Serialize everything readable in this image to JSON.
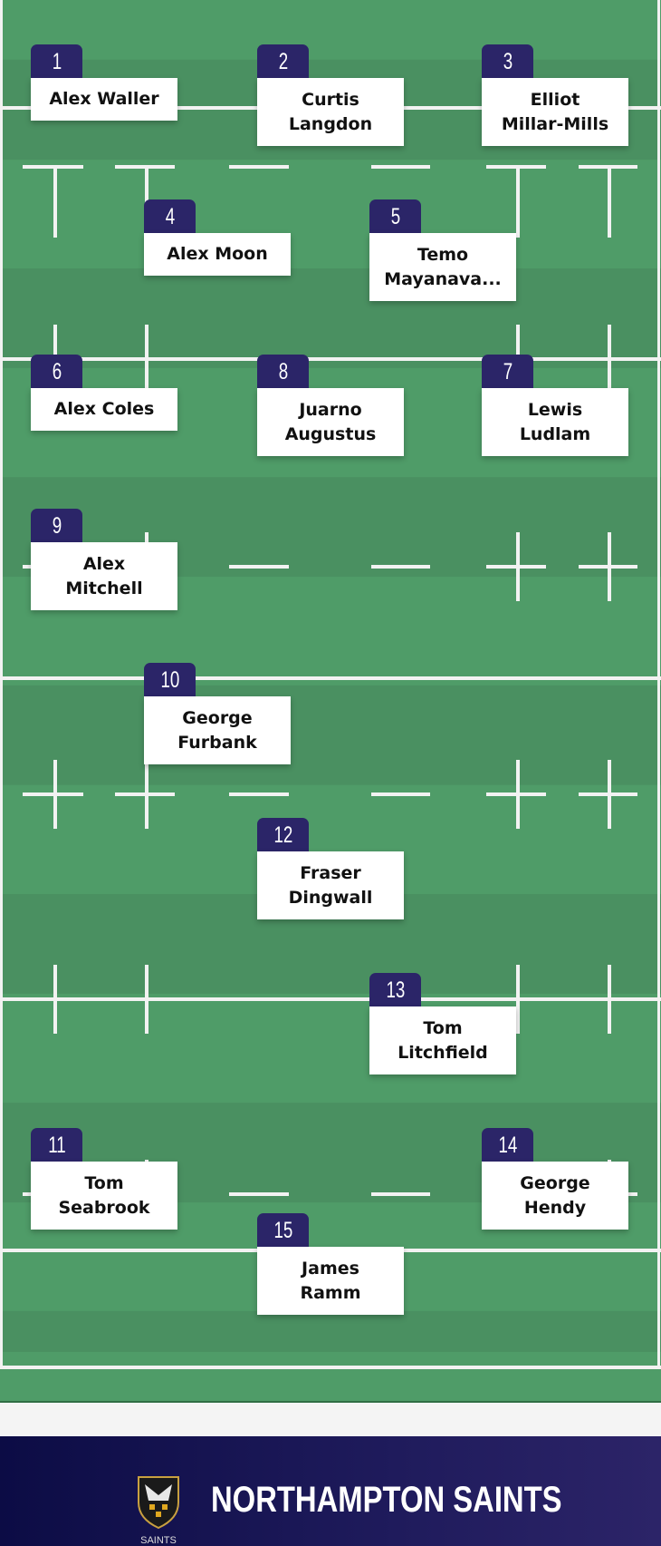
{
  "players": [
    {
      "number": "1",
      "name": "Alex Waller"
    },
    {
      "number": "2",
      "name": "Curtis\nLangdon"
    },
    {
      "number": "3",
      "name": "Elliot\nMillar-Mills"
    },
    {
      "number": "4",
      "name": "Alex Moon"
    },
    {
      "number": "5",
      "name": "Temo\nMayanava..."
    },
    {
      "number": "6",
      "name": "Alex Coles"
    },
    {
      "number": "8",
      "name": "Juarno\nAugustus"
    },
    {
      "number": "7",
      "name": "Lewis\nLudlam"
    },
    {
      "number": "9",
      "name": "Alex\nMitchell"
    },
    {
      "number": "10",
      "name": "George\nFurbank"
    },
    {
      "number": "12",
      "name": "Fraser\nDingwall"
    },
    {
      "number": "13",
      "name": "Tom\nLitchfield"
    },
    {
      "number": "11",
      "name": "Tom\nSeabrook"
    },
    {
      "number": "14",
      "name": "George\nHendy"
    },
    {
      "number": "15",
      "name": "James\nRamm"
    }
  ],
  "footer": {
    "club_name": "NORTHAMPTON SAINTS",
    "crest_text": "SAINTS"
  },
  "colors": {
    "pitch": "#4f9c68",
    "pitch_dark": "#4a9061",
    "tab": "#2b2568",
    "footer": "#1f1b5c"
  }
}
